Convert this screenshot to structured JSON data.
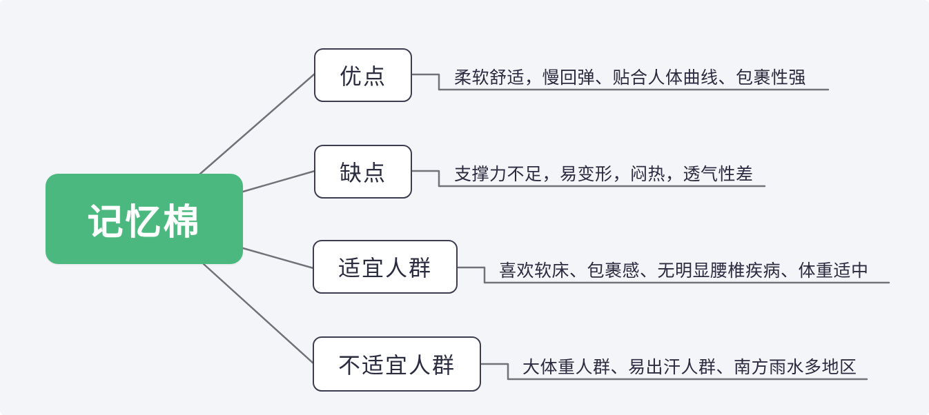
{
  "root": {
    "label": "记忆棉"
  },
  "branches": [
    {
      "label": "优点",
      "detail": "柔软舒适，慢回弹、贴合人体曲线、包裹性强"
    },
    {
      "label": "缺点",
      "detail": "支撑力不足，易变形，闷热，透气性差"
    },
    {
      "label": "适宜人群",
      "detail": "喜欢软床、包裹感、无明显腰椎疾病、体重适中"
    },
    {
      "label": "不适宜人群",
      "detail": "大体重人群、易出汗人群、南方雨水多地区"
    }
  ],
  "colors": {
    "canvas_bg": "#f4f5f8",
    "root_bg": "#4bb97f",
    "root_text": "#ffffff",
    "node_border": "#3c3c50",
    "node_bg": "#ffffff",
    "node_text": "#2b2b40",
    "line_color": "#71717a"
  },
  "diagram": {
    "type": "mindmap",
    "title": "记忆棉"
  }
}
